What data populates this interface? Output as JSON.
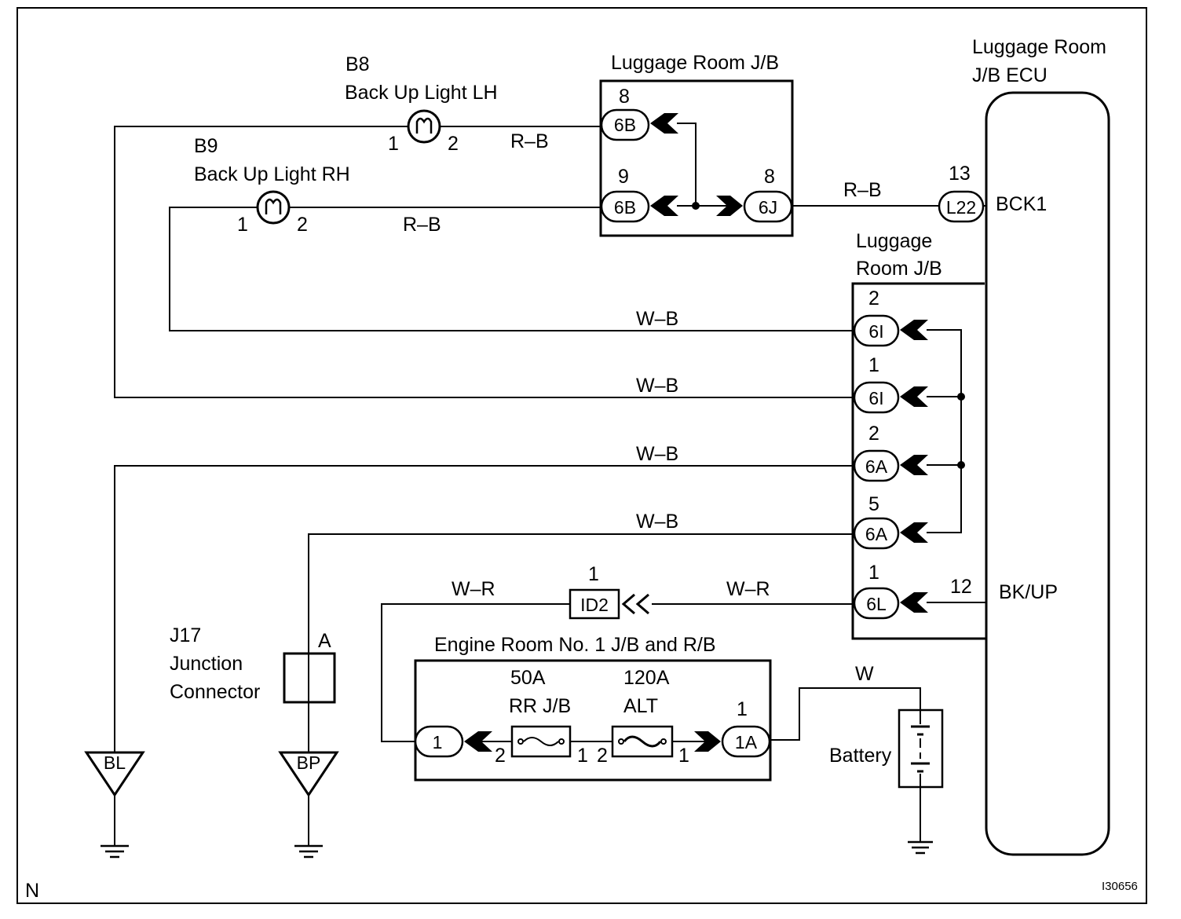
{
  "figure_code": "N",
  "figure_id": "I30656",
  "components": {
    "b8": {
      "code": "B8",
      "name": "Back Up Light LH",
      "pin1": "1",
      "pin2": "2"
    },
    "b9": {
      "code": "B9",
      "name": "Back Up Light RH",
      "pin1": "1",
      "pin2": "2"
    },
    "jb_top": {
      "title": "Luggage Room J/B",
      "c1": {
        "pin": "8",
        "label": "6B"
      },
      "c2": {
        "pin": "9",
        "label": "6B"
      },
      "c3": {
        "pin": "8",
        "label": "6J"
      }
    },
    "ecu": {
      "title_line1": "Luggage Room",
      "title_line2": "J/B ECU",
      "bck1": {
        "pin": "13",
        "label": "L22",
        "name": "BCK1"
      },
      "bkup": {
        "pin": "12",
        "name": "BK/UP"
      }
    },
    "jb_right": {
      "title_line1": "Luggage",
      "title_line2": "Room J/B",
      "c1": {
        "pin": "2",
        "label": "6I"
      },
      "c2": {
        "pin": "1",
        "label": "6I"
      },
      "c3": {
        "pin": "2",
        "label": "6A"
      },
      "c4": {
        "pin": "5",
        "label": "6A"
      },
      "c5": {
        "pin": "1",
        "label": "6L"
      }
    },
    "id2": {
      "pin": "1",
      "label": "ID2"
    },
    "j17": {
      "line1": "J17",
      "line2": "Junction",
      "line3": "Connector",
      "pin": "A"
    },
    "engine_jb": {
      "title": "Engine Room No. 1 J/B and R/B",
      "fuse1": {
        "rating": "50A",
        "name": "RR J/B",
        "pin_left": "2",
        "pin_right": "1"
      },
      "fuse2": {
        "rating": "120A",
        "name": "ALT",
        "pin_left": "2",
        "pin_right": "1"
      },
      "conn_left": {
        "label": "1"
      },
      "conn_right": {
        "pin": "1",
        "label": "1A"
      }
    },
    "battery": {
      "name": "Battery"
    },
    "grounds": {
      "bl": "BL",
      "bp": "BP"
    }
  },
  "wire_colors": {
    "b8_to_6b": "R–B",
    "b9_to_6b": "R–B",
    "6j_to_l22": "R–B",
    "w1": "W–B",
    "w2": "W–B",
    "w3": "W–B",
    "w4": "W–B",
    "id2_left": "W–R",
    "id2_right": "W–R",
    "battery": "W"
  }
}
